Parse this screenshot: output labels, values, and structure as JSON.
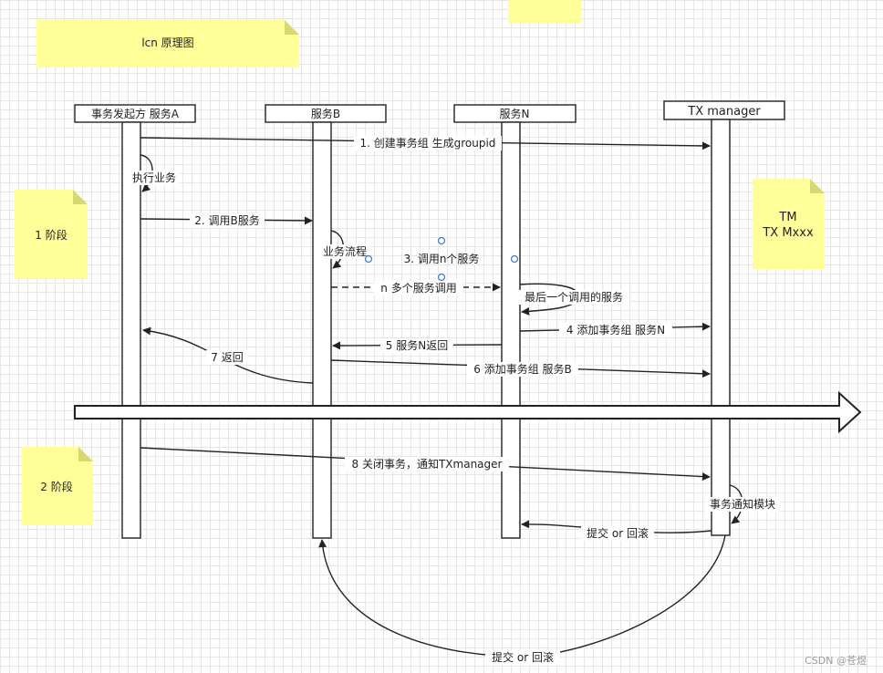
{
  "notes": {
    "title": "lcn 原理图",
    "phase1": "1 阶段",
    "phase2": "2 阶段",
    "tm_line1": "TM",
    "tm_line2": "TX Mxxx"
  },
  "participants": {
    "a": "事务发起方 服务A",
    "b": "服务B",
    "n": "服务N",
    "tm": "TX manager"
  },
  "messages": {
    "m1": "1. 创建事务组 生成groupid",
    "exec": "执行业务",
    "m2": "2. 调用B服务",
    "flow": "业务流程",
    "m3": "3. 调用n个服务",
    "mn": "n 多个服务调用",
    "last": "最后一个调用的服务",
    "m4": "4 添加事务组 服务N",
    "m5": "5 服务N返回",
    "m6": "6 添加事务组 服务B",
    "m7": "7 返回",
    "m8": "8 关闭事务，通知TXmanager",
    "notify": "事务通知模块",
    "commit1": "提交 or 回滚",
    "commit2": "提交 or 回滚"
  },
  "footer": {
    "watermark": "CSDN @苍煜"
  },
  "colors": {
    "note_fill": "#ffff99",
    "note_fold": "#d8d870",
    "line": "#222222",
    "handle": "#3a78d8"
  }
}
